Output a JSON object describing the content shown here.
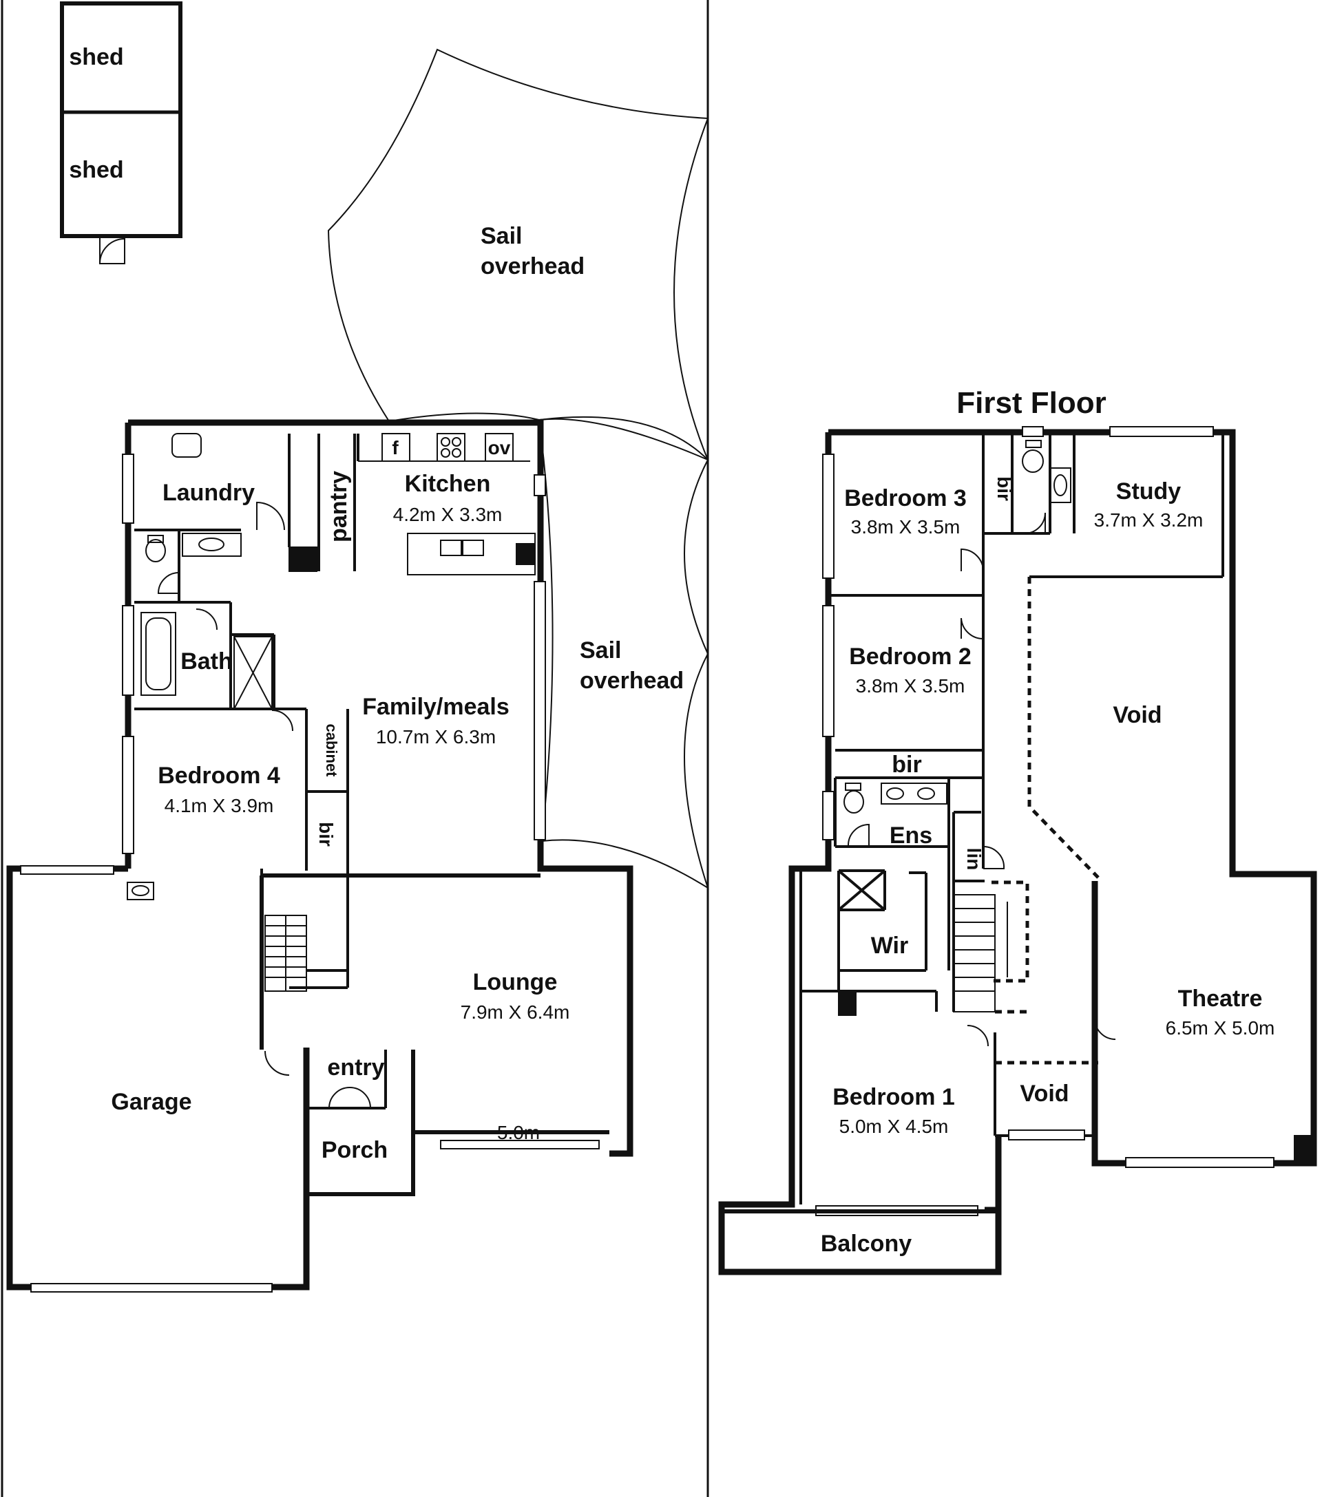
{
  "floor_titles": {
    "first_floor": "First Floor"
  },
  "ground_floor": {
    "shed_1": "shed",
    "shed_2": "shed",
    "sail_1_line1": "Sail",
    "sail_1_line2": "overhead",
    "sail_2_line1": "Sail",
    "sail_2_line2": "overhead",
    "laundry": "Laundry",
    "pantry": "pantry",
    "kitchen": {
      "name": "Kitchen",
      "size": "4.2m X 3.3m"
    },
    "fridge": "f",
    "oven": "ov",
    "bath": "Bath",
    "family": {
      "name": "Family/meals",
      "size": "10.7m X 6.3m"
    },
    "cabinet": "cabinet",
    "bedroom4": {
      "name": "Bedroom 4",
      "size": "4.1m X 3.9m"
    },
    "bir": "bir",
    "garage": "Garage",
    "lounge": {
      "name": "Lounge",
      "size": "7.9m X 6.4m"
    },
    "entry": "entry",
    "porch": "Porch",
    "window_width": "5.0m"
  },
  "first_floor": {
    "bedroom3": {
      "name": "Bedroom 3",
      "size": "3.8m X 3.5m"
    },
    "bir_vertical": "bir",
    "study": {
      "name": "Study",
      "size": "3.7m X 3.2m"
    },
    "bedroom2": {
      "name": "Bedroom 2",
      "size": "3.8m X 3.5m"
    },
    "void_upper": "Void",
    "bir": "bir",
    "ens": "Ens",
    "lin": "lin",
    "wir": "Wir",
    "theatre": {
      "name": "Theatre",
      "size": "6.5m X 5.0m"
    },
    "bedroom1": {
      "name": "Bedroom 1",
      "size": "5.0m X 4.5m"
    },
    "void_lower": "Void",
    "balcony": "Balcony"
  }
}
